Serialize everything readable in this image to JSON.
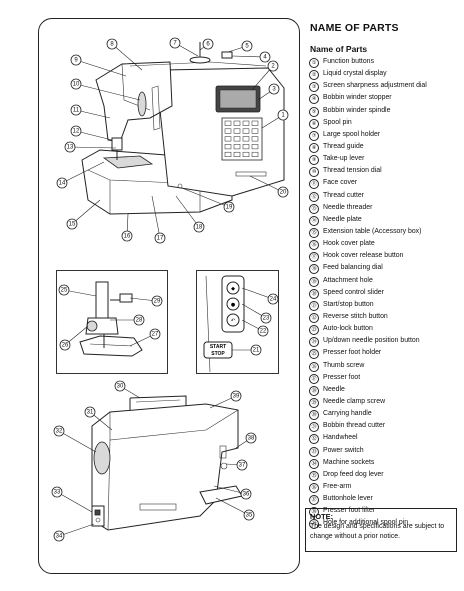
{
  "heading": "NAME OF PARTS",
  "list_title": "Name of Parts",
  "parts": [
    {
      "num": "①",
      "label": "Function buttons"
    },
    {
      "num": "②",
      "label": "Liquid crystal display"
    },
    {
      "num": "③",
      "label": "Screen sharpness adjustment dial"
    },
    {
      "num": "④",
      "label": "Bobbin winder stopper"
    },
    {
      "num": "⑤",
      "label": "Bobbin winder spindle"
    },
    {
      "num": "⑥",
      "label": "Spool pin"
    },
    {
      "num": "⑦",
      "label": "Large spool holder"
    },
    {
      "num": "⑧",
      "label": "Thread guide"
    },
    {
      "num": "⑨",
      "label": "Take-up lever"
    },
    {
      "num": "⑩",
      "label": "Thread tension dial"
    },
    {
      "num": "⑪",
      "label": "Face cover"
    },
    {
      "num": "⑫",
      "label": "Thread cutter"
    },
    {
      "num": "⑬",
      "label": "Needle threader"
    },
    {
      "num": "⑭",
      "label": "Needle plate"
    },
    {
      "num": "⑮",
      "label": "Extension table (Accessory box)"
    },
    {
      "num": "⑯",
      "label": "Hook cover plate"
    },
    {
      "num": "⑰",
      "label": "Hook cover release button"
    },
    {
      "num": "⑱",
      "label": "Feed balancing dial"
    },
    {
      "num": "⑲",
      "label": "Attachment hole"
    },
    {
      "num": "⑳",
      "label": "Speed control slider"
    },
    {
      "num": "㉑",
      "label": "Start/stop button"
    },
    {
      "num": "㉒",
      "label": "Reverse stitch button"
    },
    {
      "num": "㉓",
      "label": "Auto-lock button"
    },
    {
      "num": "㉔",
      "label": "Up/down needle position button"
    },
    {
      "num": "㉕",
      "label": "Presser foot holder"
    },
    {
      "num": "㉖",
      "label": "Thumb screw"
    },
    {
      "num": "㉗",
      "label": "Presser foot"
    },
    {
      "num": "㉘",
      "label": "Needle"
    },
    {
      "num": "㉙",
      "label": "Needle clamp screw"
    },
    {
      "num": "㉚",
      "label": "Carrying handle"
    },
    {
      "num": "㉛",
      "label": "Bobbin thread cutter"
    },
    {
      "num": "㉜",
      "label": "Handwheel"
    },
    {
      "num": "㉝",
      "label": "Power switch"
    },
    {
      "num": "㉞",
      "label": "Machine sockets"
    },
    {
      "num": "㉟",
      "label": "Drop feed dog lever"
    },
    {
      "num": "㊱",
      "label": "Free-arm"
    },
    {
      "num": "㊲",
      "label": "Buttonhole lever"
    },
    {
      "num": "㊳",
      "label": "Presser foot lifter"
    },
    {
      "num": "㊴",
      "label": "Hole for additional spool pin"
    }
  ],
  "note": {
    "title": "NOTE:",
    "text": "The design and specifications are subject to change without  a prior notice."
  },
  "diagram": {
    "button_label_line1": "START",
    "button_label_line2": "STOP",
    "callouts": [
      "1",
      "2",
      "3",
      "4",
      "5",
      "6",
      "7",
      "8",
      "9",
      "10",
      "11",
      "12",
      "13",
      "14",
      "15",
      "16",
      "17",
      "18",
      "19",
      "20",
      "21",
      "22",
      "23",
      "24",
      "25",
      "26",
      "27",
      "28",
      "29",
      "30",
      "31",
      "32",
      "33",
      "34",
      "35",
      "36",
      "37",
      "38",
      "39"
    ]
  }
}
